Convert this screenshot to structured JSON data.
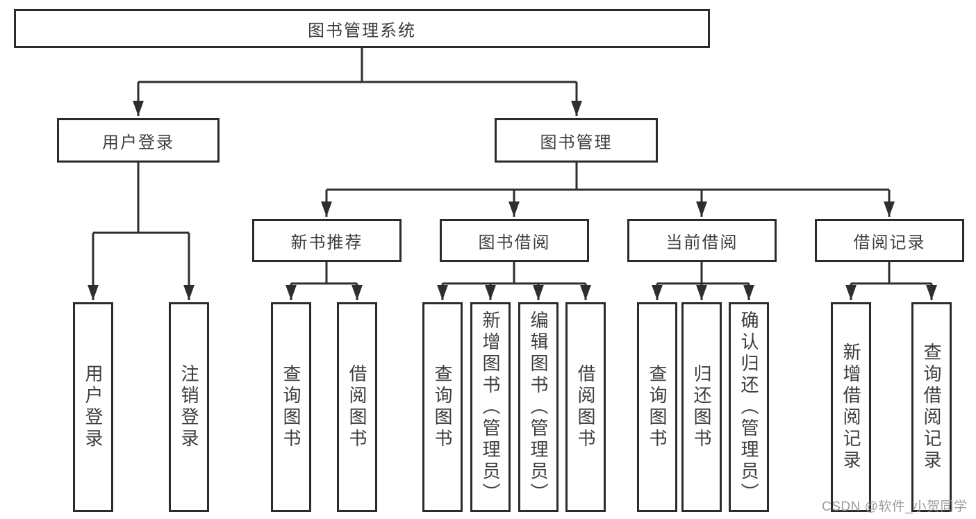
{
  "diagram": {
    "root": {
      "label": "图书管理系统",
      "children": [
        {
          "label": "用户登录",
          "children": [
            {
              "label": "用户登录"
            },
            {
              "label": "注销登录"
            }
          ]
        },
        {
          "label": "图书管理",
          "children": [
            {
              "label": "新书推荐",
              "children": [
                {
                  "label": "查询图书"
                },
                {
                  "label": "借阅图书"
                }
              ]
            },
            {
              "label": "图书借阅",
              "children": [
                {
                  "label": "查询图书"
                },
                {
                  "label": "新增图书（管理员）"
                },
                {
                  "label": "编辑图书（管理员）"
                },
                {
                  "label": "借阅图书"
                }
              ]
            },
            {
              "label": "当前借阅",
              "children": [
                {
                  "label": "查询图书"
                },
                {
                  "label": "归还图书"
                },
                {
                  "label": "确认归还（管理员）"
                }
              ]
            },
            {
              "label": "借阅记录",
              "children": [
                {
                  "label": "新增借阅记录"
                },
                {
                  "label": "查询借阅记录"
                }
              ]
            }
          ]
        }
      ]
    }
  },
  "watermark": {
    "text": "CSDN @软件_小贺同学"
  },
  "colors": {
    "line": "#2e2e2e",
    "box_border": "#2b2b2b",
    "text": "#3d3d3d",
    "watermark": "#949494",
    "background": "#ffffff"
  }
}
